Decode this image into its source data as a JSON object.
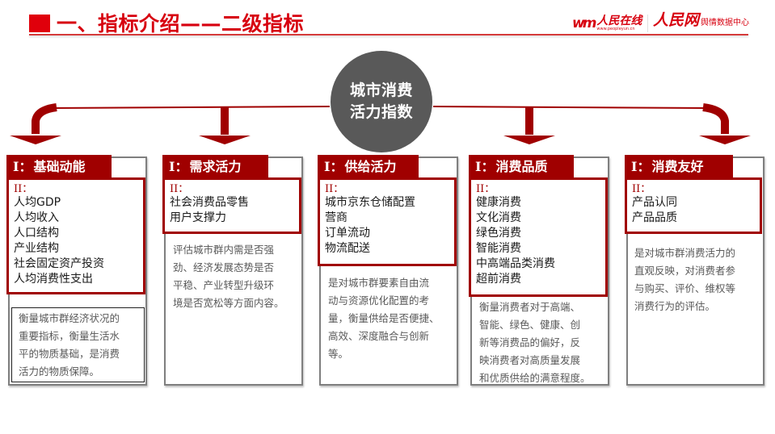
{
  "header": {
    "title": "一、指标介绍——二级指标",
    "title_icon": "red-square-icon",
    "logos": {
      "logo1_mark": "wm",
      "logo1_name": "人民在线",
      "logo1_url": "www.peopleyun.cn",
      "logo2_name": "人民网",
      "logo2_sub": "舆情数据中心"
    }
  },
  "hub": {
    "line1": "城市消费",
    "line2": "活力指数"
  },
  "colors": {
    "accent_red": "#a00000",
    "title_red": "#d7000f",
    "hub_gray": "#595959",
    "card_border": "#7f7f7f"
  },
  "cards": [
    {
      "level1_prefix": "I：",
      "level1_label": "基础动能",
      "level2_prefix": "II：",
      "level2_items": [
        "人均GDP",
        "人均收入",
        "人口结构",
        "产业结构",
        "社会固定资产投资",
        "人均消费性支出"
      ],
      "description": [
        "衡量城市群经济状况的",
        "重要指标，衡量生活水",
        "平的物质基础，是消费",
        "活力的物质保障。"
      ]
    },
    {
      "level1_prefix": "I：",
      "level1_label": "需求活力",
      "level2_prefix": "II：",
      "level2_items": [
        "社会消费品零售",
        "用户支撑力"
      ],
      "description": [
        "评估城市群内需是否强",
        "劲、经济发展态势是否",
        "平稳、产业转型升级环",
        "境是否宽松等方面内容。"
      ]
    },
    {
      "level1_prefix": "I：",
      "level1_label": "供给活力",
      "level2_prefix": "II：",
      "level2_items": [
        "城市京东仓储配置",
        "营商",
        "订单流动",
        "物流配送"
      ],
      "description": [
        "是对城市群要素自由流",
        "动与资源优化配置的考",
        "量，衡量供给是否便捷、",
        "高效、深度融合与创新",
        "等。"
      ]
    },
    {
      "level1_prefix": "I：",
      "level1_label": "消费品质",
      "level2_prefix": "II：",
      "level2_items": [
        "健康消费",
        "文化消费",
        "绿色消费",
        "智能消费",
        "中高端品类消费",
        "超前消费"
      ],
      "description": [
        "衡量消费者对于高端、",
        "智能、绿色、健康、创",
        "新等消费品的偏好，反",
        "映消费者对高质量发展",
        "和优质供给的满意程度。"
      ]
    },
    {
      "level1_prefix": "I：",
      "level1_label": "消费友好",
      "level2_prefix": "II：",
      "level2_items": [
        "产品认同",
        "产品品质"
      ],
      "description": [
        "是对城市群消费活力的",
        "直观反映，对消费者参",
        "与购买、评价、维权等",
        "消费行为的评估。"
      ]
    }
  ]
}
